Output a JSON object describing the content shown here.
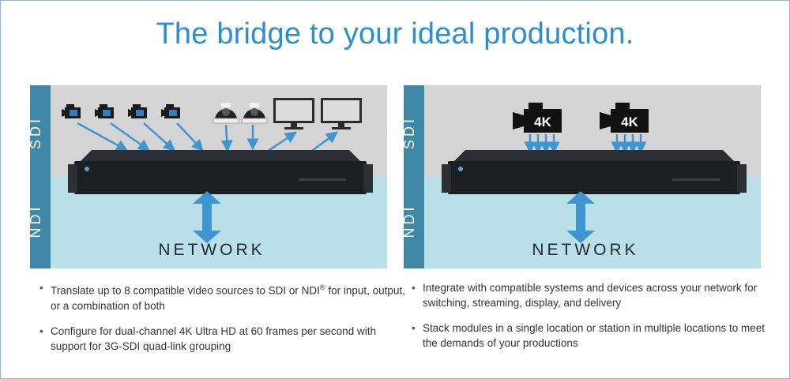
{
  "title": "The bridge to your ideal production.",
  "panels": [
    {
      "sdi_label": "SDI",
      "ndi_label": "NDI",
      "network_label": "NETWORK",
      "sources": [
        "video-camera-icon",
        "video-camera-icon",
        "video-camera-icon",
        "video-camera-icon",
        "ptz-camera-icon",
        "ptz-camera-icon",
        "monitor-icon",
        "monitor-icon"
      ]
    },
    {
      "sdi_label": "SDI",
      "ndi_label": "NDI",
      "network_label": "NETWORK",
      "camera_badges": [
        "4K",
        "4K"
      ]
    }
  ],
  "left_bullets": [
    {
      "text": "Translate up to 8 compatible video sources to SDI or NDI",
      "sup": "®",
      "text2": " for input, output, or a combination of both"
    },
    {
      "text": "Configure for dual-channel 4K Ultra HD at 60 frames per second with support for 3G-SDI quad-link grouping",
      "sup": "",
      "text2": ""
    }
  ],
  "right_bullets": [
    {
      "text": "Integrate with compatible systems and devices across your network for switching, streaming, display, and delivery"
    },
    {
      "text": "Stack modules in a single location or station in multiple locations to meet the demands of your productions"
    }
  ],
  "colors": {
    "title": "#2a8fd2",
    "sdi_bg": "#d4d4d4",
    "ndi_bg": "#b9dfe9",
    "side_bar": "#3f88a6",
    "arrow": "#3f95d0",
    "device": "#1c1f22"
  }
}
